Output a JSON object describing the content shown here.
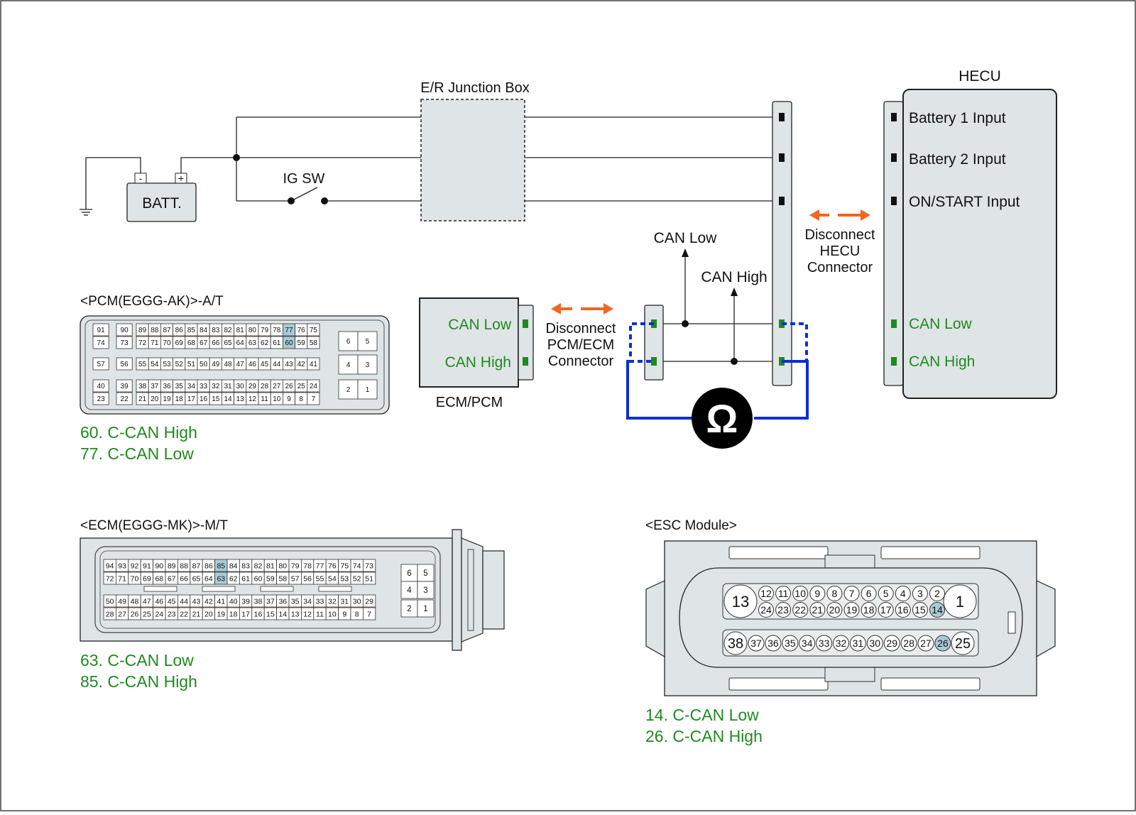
{
  "colors": {
    "component_fill": "#dfe4e6",
    "wire": "#222222",
    "green_text": "#1e8a1e",
    "terminal_green": "#1e8a1e",
    "blue_probe": "#0a2fd6",
    "orange_arrow": "#f26522",
    "pin_highlight": "#a9cbd8"
  },
  "junction_box": {
    "title": "E/R Junction Box"
  },
  "battery": {
    "label": "BATT.",
    "minus": "-",
    "plus": "+"
  },
  "ig_switch": {
    "label": "IG SW"
  },
  "hecu": {
    "title": "HECU",
    "pins": [
      "Battery 1 Input",
      "Battery 2 Input",
      "ON/START Input",
      "CAN Low",
      "CAN High"
    ],
    "disconnect": [
      "Disconnect",
      "HECU",
      "Connector"
    ]
  },
  "ecm": {
    "title": "ECM/PCM",
    "pins": [
      "CAN Low",
      "CAN High"
    ],
    "disconnect": [
      "Disconnect",
      "PCM/ECM",
      "Connector"
    ]
  },
  "can_labels": {
    "low": "CAN Low",
    "high": "CAN High"
  },
  "ohm_symbol": "Ω",
  "pcm_connector": {
    "title": "<PCM(EGGG-AK)>-A/T",
    "notes": [
      "60. C-CAN High",
      "77. C-CAN Low"
    ],
    "highlight_pins": [
      "60",
      "77"
    ]
  },
  "ecm_connector": {
    "title": "<ECM(EGGG-MK)>-M/T",
    "notes": [
      "63. C-CAN Low",
      "85. C-CAN High"
    ],
    "highlight_pins": [
      "63",
      "85"
    ]
  },
  "esc_connector": {
    "title": "<ESC Module>",
    "notes": [
      "14. C-CAN Low",
      "26. C-CAN High"
    ],
    "highlight_pins": [
      "14",
      "26"
    ]
  }
}
